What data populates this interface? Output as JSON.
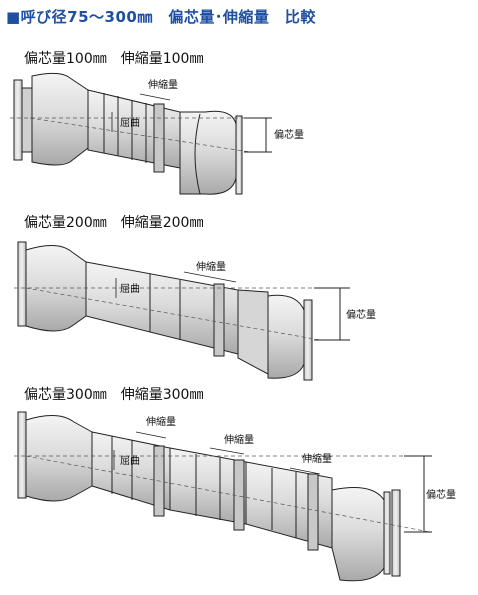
{
  "title": "■呼び径75～300㎜　偏芯量･伸縮量　比較",
  "diagrams": [
    {
      "heading": "偏芯量100㎜　伸縮量100㎜",
      "label_stretch": "伸縮量",
      "label_bend": "屈曲",
      "label_offset": "偏芯量"
    },
    {
      "heading": "偏芯量200㎜　伸縮量200㎜",
      "label_stretch": "伸縮量",
      "label_bend": "屈曲",
      "label_offset": "偏芯量"
    },
    {
      "heading": "偏芯量300㎜　伸縮量300㎜",
      "label_stretch": "伸縮量",
      "label_bend": "屈曲",
      "label_offset": "偏芯量"
    }
  ],
  "colors": {
    "title": "#1f4fa0",
    "pipe_fill": "#e3e3e3",
    "pipe_dark": "#b9b9b9",
    "stroke": "#222222"
  }
}
